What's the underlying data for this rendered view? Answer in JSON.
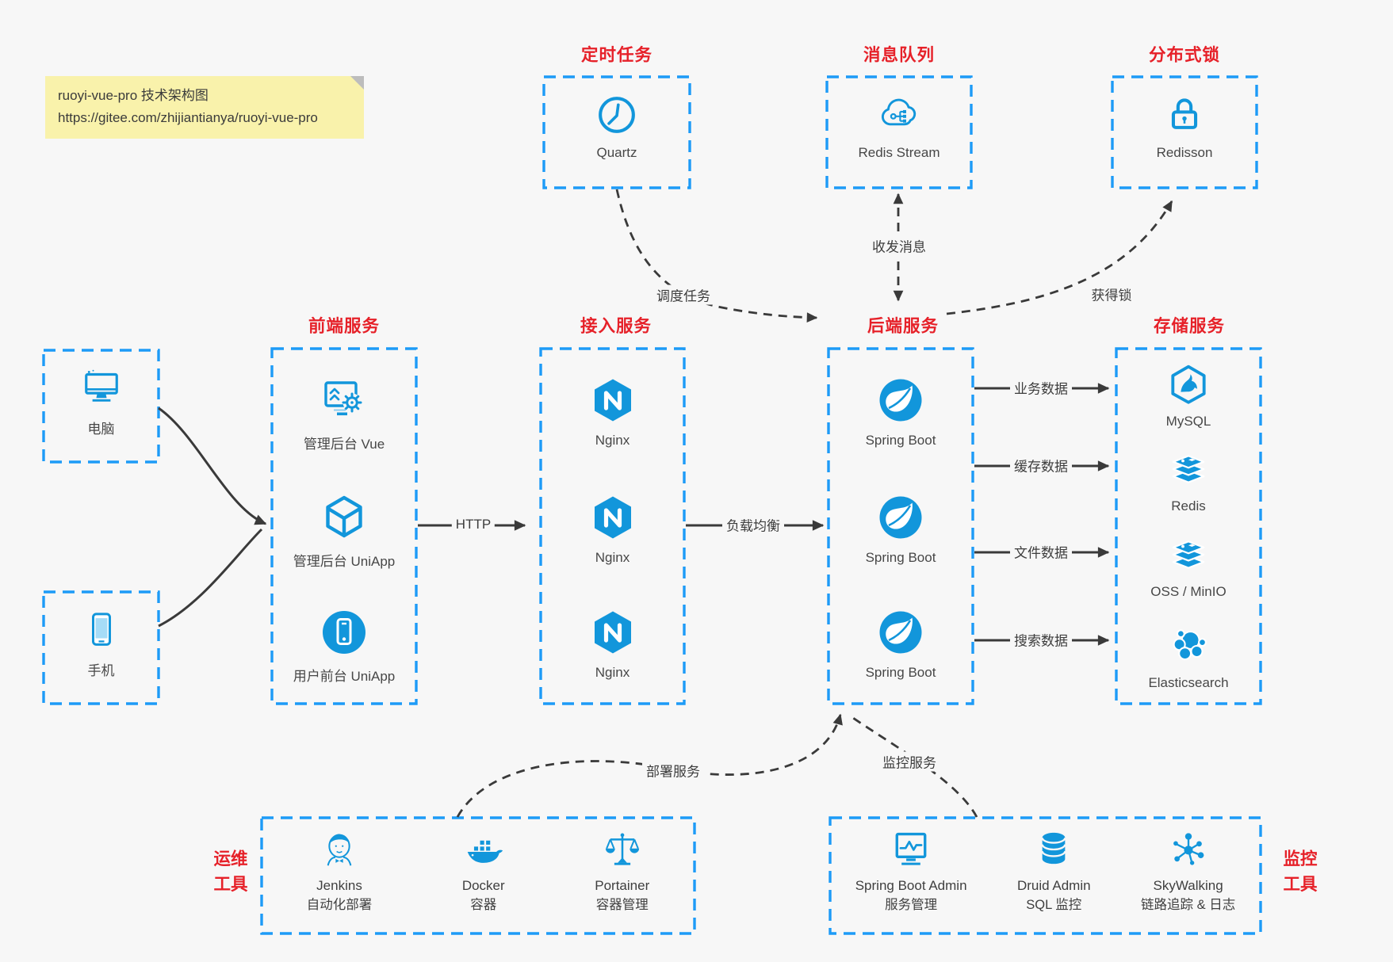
{
  "colors": {
    "canvas_bg": "#f7f7f7",
    "box_border_blue": "#1d9bf7",
    "icon_blue": "#1296db",
    "title_red": "#e62129",
    "arrow_dark": "#3a3a3a",
    "note_bg": "#f9f2ab"
  },
  "note": {
    "title": "ruoyi-vue-pro 技术架构图",
    "url": "https://gitee.com/zhijiantianya/ruoyi-vue-pro"
  },
  "top_groups": [
    {
      "title": "定时任务",
      "item": {
        "icon": "clock-icon",
        "label": "Quartz"
      }
    },
    {
      "title": "消息队列",
      "item": {
        "icon": "mq-cloud-icon",
        "label": "Redis Stream"
      }
    },
    {
      "title": "分布式锁",
      "item": {
        "icon": "lock-icon",
        "label": "Redisson"
      }
    }
  ],
  "clients": [
    {
      "icon": "computer-icon",
      "label": "电脑"
    },
    {
      "icon": "phone-icon",
      "label": "手机"
    }
  ],
  "columns": [
    {
      "title": "前端服务",
      "items": [
        {
          "icon": "admin-vue-icon",
          "label": "管理后台 Vue"
        },
        {
          "icon": "cube-icon",
          "label": "管理后台 UniApp"
        },
        {
          "icon": "mobile-app-icon",
          "label": "用户前台 UniApp"
        }
      ]
    },
    {
      "title": "接入服务",
      "items": [
        {
          "icon": "nginx-icon",
          "label": "Nginx"
        },
        {
          "icon": "nginx-icon",
          "label": "Nginx"
        },
        {
          "icon": "nginx-icon",
          "label": "Nginx"
        }
      ]
    },
    {
      "title": "后端服务",
      "items": [
        {
          "icon": "spring-icon",
          "label": "Spring Boot"
        },
        {
          "icon": "spring-icon",
          "label": "Spring Boot"
        },
        {
          "icon": "spring-icon",
          "label": "Spring Boot"
        }
      ]
    },
    {
      "title": "存储服务",
      "items": [
        {
          "icon": "mysql-icon",
          "label": "MySQL"
        },
        {
          "icon": "redis-icon",
          "label": "Redis"
        },
        {
          "icon": "oss-icon",
          "label": "OSS / MinIO"
        },
        {
          "icon": "elasticsearch-icon",
          "label": "Elasticsearch"
        }
      ]
    }
  ],
  "bottom_groups": [
    {
      "title_lines": [
        "运维",
        "工具"
      ],
      "items": [
        {
          "icon": "jenkins-icon",
          "label": "Jenkins",
          "sublabel": "自动化部署"
        },
        {
          "icon": "docker-icon",
          "label": "Docker",
          "sublabel": "容器"
        },
        {
          "icon": "portainer-icon",
          "label": "Portainer",
          "sublabel": "容器管理"
        }
      ]
    },
    {
      "title_lines": [
        "监控",
        "工具"
      ],
      "items": [
        {
          "icon": "springbootadmin-icon",
          "label": "Spring Boot Admin",
          "sublabel": "服务管理"
        },
        {
          "icon": "druid-icon",
          "label": "Druid Admin",
          "sublabel": "SQL 监控"
        },
        {
          "icon": "skywalking-icon",
          "label": "SkyWalking",
          "sublabel": "链路追踪 & 日志"
        }
      ]
    }
  ],
  "edge_labels": {
    "http": "HTTP",
    "load_balance": "负载均衡",
    "schedule": "调度任务",
    "messages": "收发消息",
    "acquire_lock": "获得锁",
    "biz_data": "业务数据",
    "cache_data": "缓存数据",
    "file_data": "文件数据",
    "search_data": "搜索数据",
    "deploy": "部署服务",
    "monitor": "监控服务"
  }
}
